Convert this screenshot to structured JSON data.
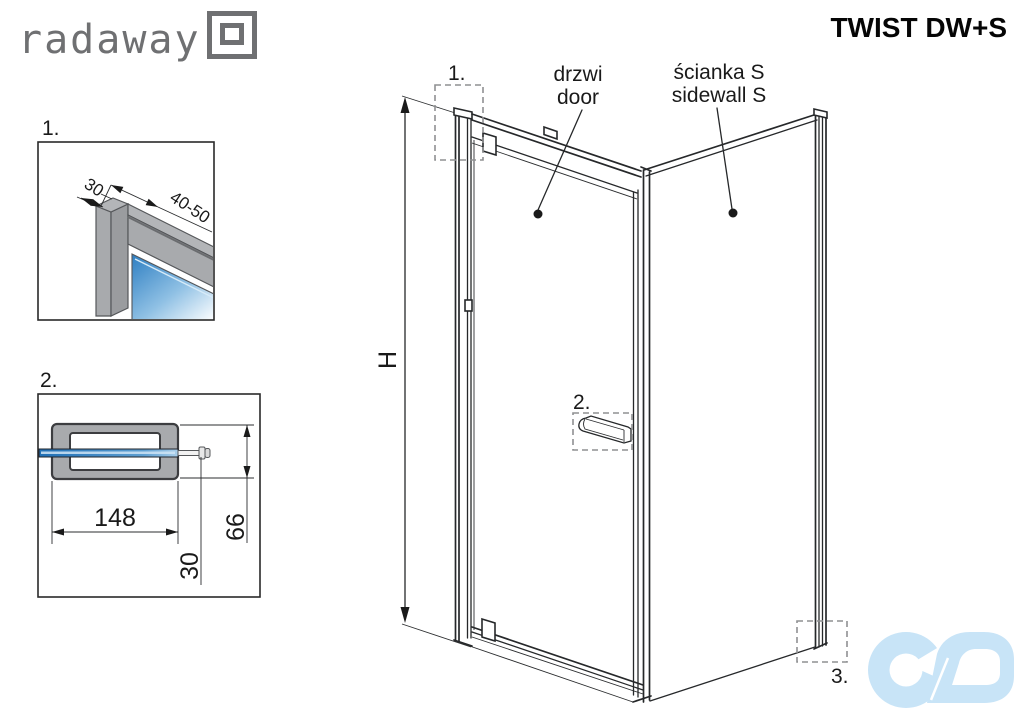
{
  "header": {
    "brand": "radaway",
    "logo_icon": "double-square",
    "title": "TWIST DW+S"
  },
  "detail1": {
    "label": "1.",
    "dim_profile_width": "30",
    "dim_adjust_range": "40-50"
  },
  "detail2": {
    "label": "2.",
    "dim_length": "148",
    "dim_height": "66",
    "dim_offset": "30"
  },
  "main": {
    "dim_height": "H",
    "door_pl": "drzwi",
    "door_en": "door",
    "sidewall_pl": "ścianka S",
    "sidewall_en": "sidewall S",
    "callout1": "1.",
    "callout2": "2.",
    "callout3": "3."
  },
  "watermark_icon": "infinity-loops",
  "colors": {
    "line": "#26282a",
    "profile_gray": "#a8aaad",
    "glass_blue": "#2e7fc1",
    "brand_gray": "#6f7072",
    "watermark_blue": "#c8e4f7"
  }
}
